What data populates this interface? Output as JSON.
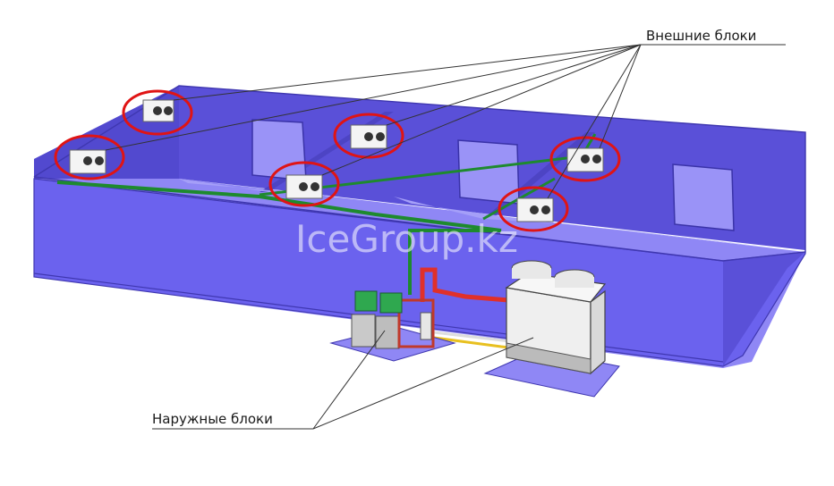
{
  "labels": {
    "outer_units": "Внешние блоки",
    "outdoor_units": "Наружные блоки"
  },
  "watermark": "IceGroup.kz",
  "colors": {
    "building_wall": "#6b62ee",
    "building_floor": "#8f87f5",
    "pipe_green": "#1e8a2e",
    "pipe_red": "#e0302a",
    "pipe_yellow": "#e8c020",
    "highlight_ring": "#e01414"
  },
  "diagram": {
    "rooms": 3,
    "evaporator_units": 6,
    "compressor_rack": 1,
    "condenser_unit": 1
  }
}
